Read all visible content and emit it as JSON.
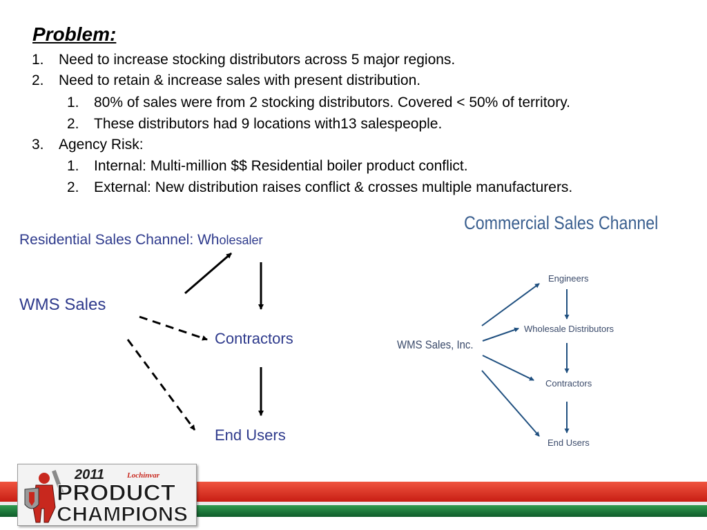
{
  "problem": {
    "title": "Problem:",
    "items": [
      {
        "num": "1.",
        "text": "Need to increase stocking distributors across 5 major regions."
      },
      {
        "num": "2.",
        "text": "Need to retain & increase sales with present distribution."
      },
      {
        "num": "1.",
        "text": "80% of sales were from 2 stocking distributors. Covered < 50% of territory."
      },
      {
        "num": "2.",
        "text": "These distributors had 9 locations with13 salespeople."
      },
      {
        "num": "3.",
        "text": "Agency Risk:"
      },
      {
        "num": "1.",
        "text": "Internal: Multi-million $$ Residential boiler product conflict."
      },
      {
        "num": "2.",
        "text": "External: New distribution raises conflict & crosses multiple manufacturers."
      }
    ]
  },
  "residential": {
    "title_main": "Residential Sales Channel: Wh",
    "title_small": "olesaler",
    "wms_sales": "WMS Sales",
    "contractors": "Contractors",
    "end_users": "End Users"
  },
  "commercial": {
    "title": "Commercial Sales Channel",
    "wms": "WMS Sales, Inc.",
    "engineers": "Engineers",
    "wholesale": "Wholesale Distributors",
    "contractors": "Contractors",
    "end_users": "End Users"
  },
  "logo": {
    "year": "2011",
    "brand": "Lochinvar",
    "line1": "PRODUCT",
    "line2": "CHAMPIONS"
  },
  "colors": {
    "residential_blue": "#2e3a8c",
    "commercial_blue": "#1f4f7f",
    "band_red": "#e2231a",
    "band_green": "#1a7a3a"
  }
}
